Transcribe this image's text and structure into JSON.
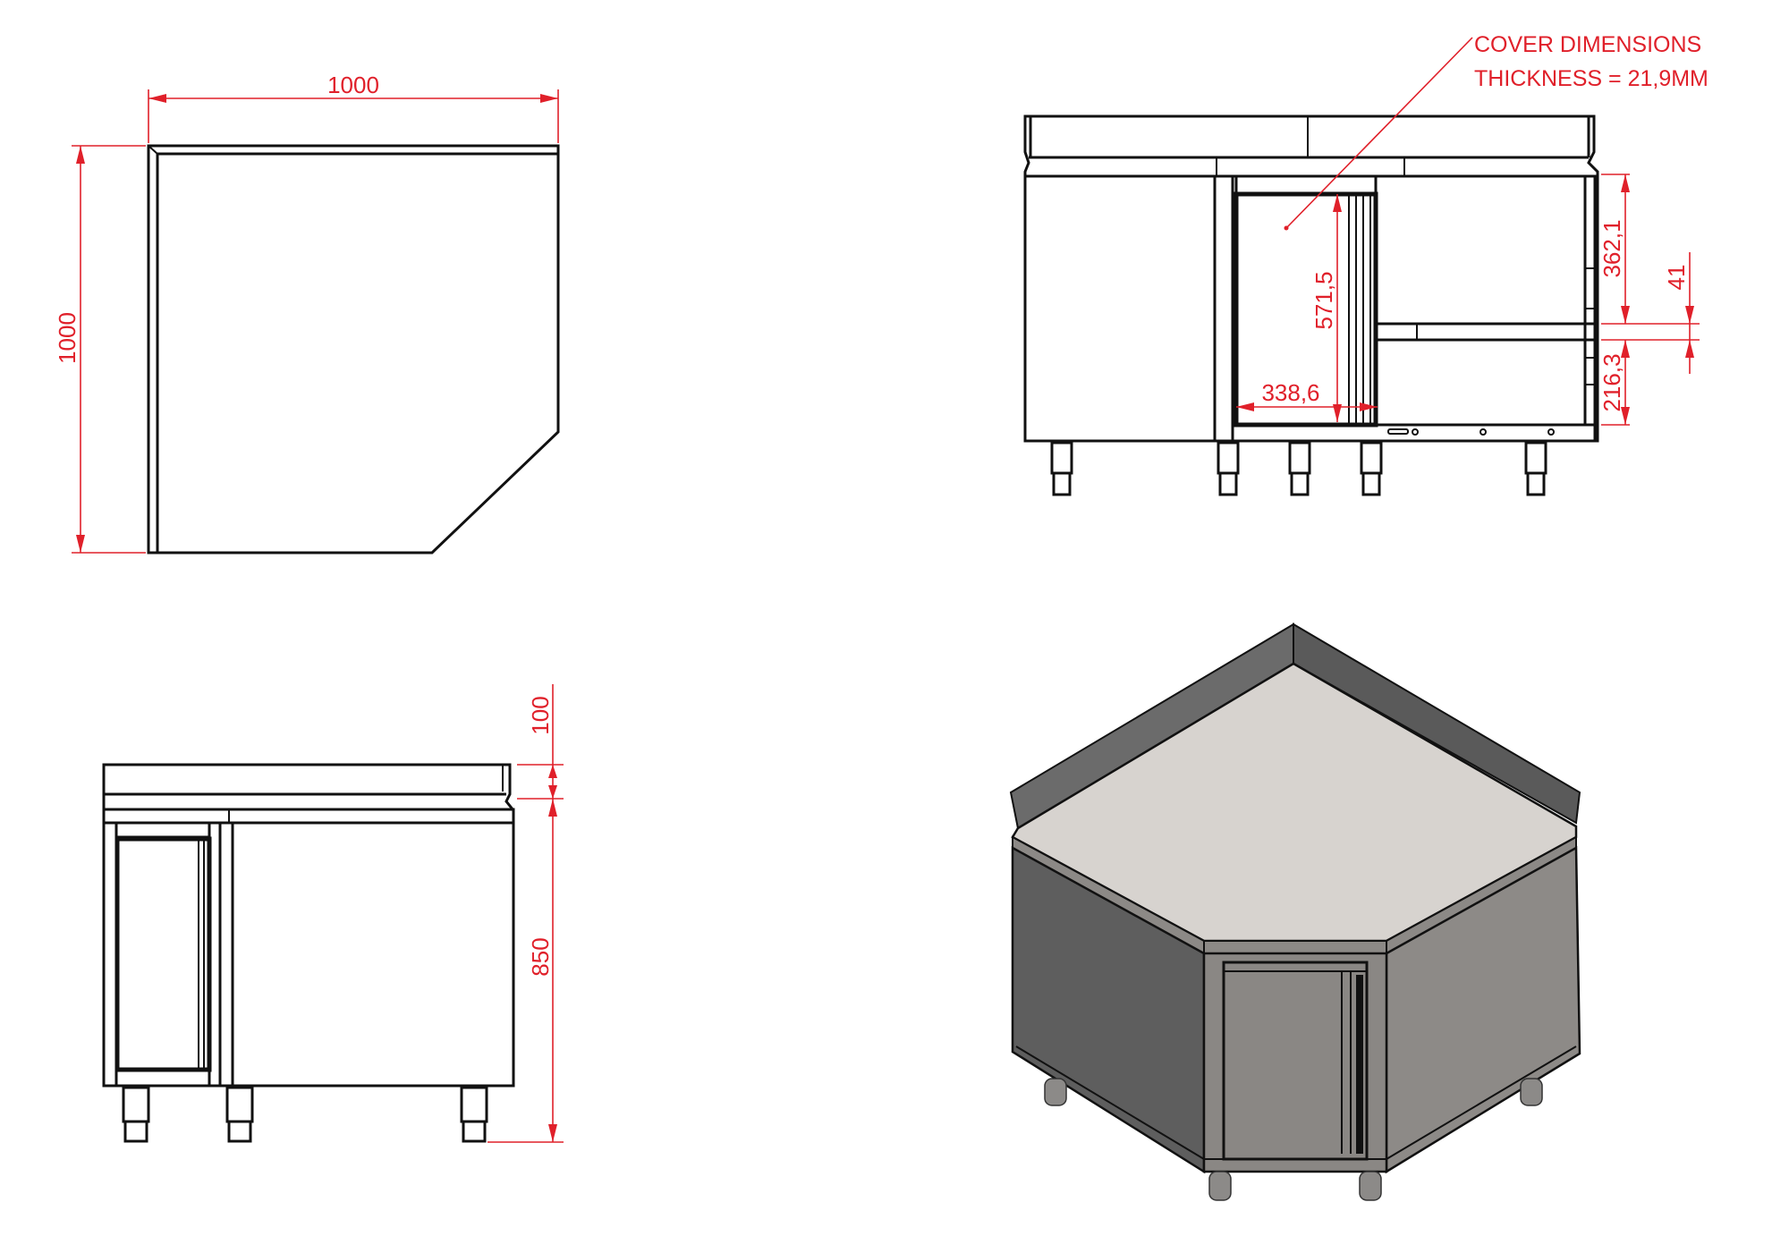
{
  "drawing": {
    "subject": "Stainless steel corner cabinet with splashback",
    "colors": {
      "dimension": "#e0202a",
      "outline": "#111111",
      "top_surface": "#d7d3cf",
      "side_dark": "#5e5e5e",
      "side_light": "#8d8a87",
      "door": "#8a8784"
    },
    "views": {
      "top_view": {
        "width_label": "1000",
        "depth_label": "1000"
      },
      "front_view": {
        "note_line1": "COVER DIMENSIONS",
        "note_line2": "THICKNESS = 21,9MM",
        "door_height_label": "571,5",
        "door_width_label": "338,6",
        "upper_compartment_label": "362,1",
        "shelf_thickness_label": "41",
        "lower_compartment_label": "216,3"
      },
      "side_view": {
        "splashback_label": "100",
        "height_label": "850"
      },
      "iso_view": {
        "name": "Isometric 3D view"
      }
    }
  }
}
